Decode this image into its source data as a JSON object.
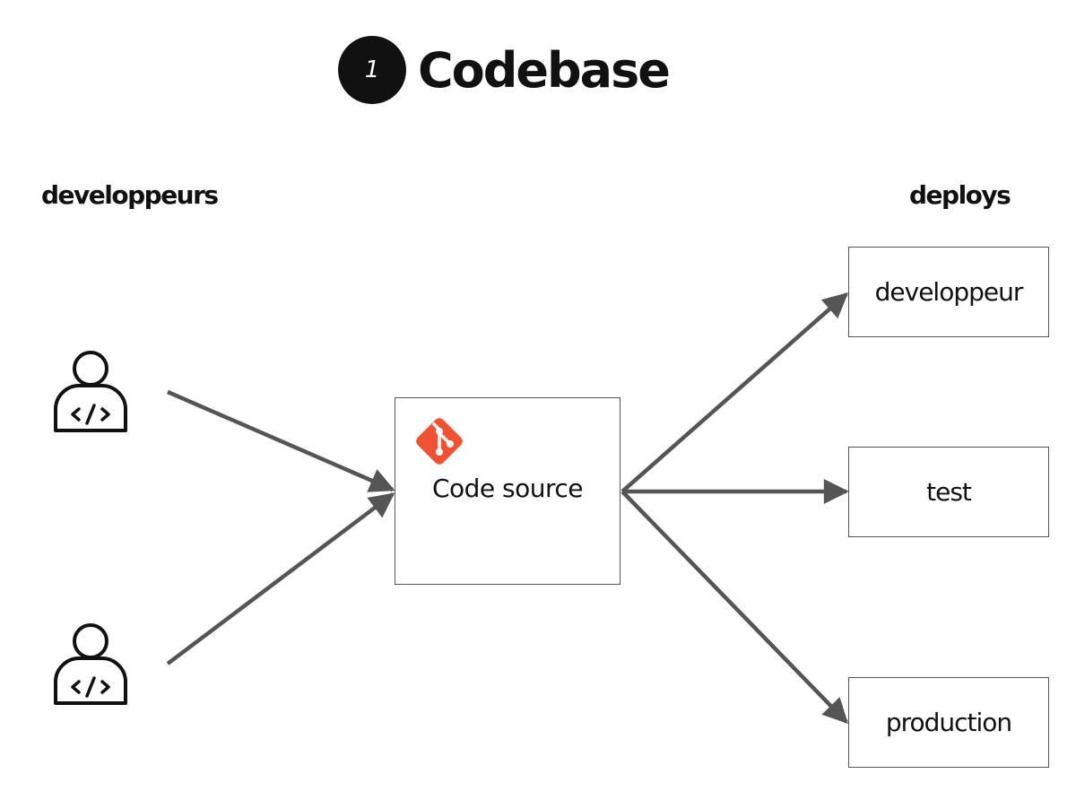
{
  "title": {
    "number": "1",
    "text": "Codebase"
  },
  "labels": {
    "developers": "developpeurs",
    "deploys": "deploys"
  },
  "source": {
    "label": "Code source",
    "icon": "git-icon"
  },
  "deploys": [
    {
      "label": "developpeur"
    },
    {
      "label": "test"
    },
    {
      "label": "production"
    }
  ],
  "icons": {
    "developer": "developer-person-icon"
  },
  "colors": {
    "git": "#F05133",
    "arrow": "#555555",
    "badge": "#111111"
  }
}
